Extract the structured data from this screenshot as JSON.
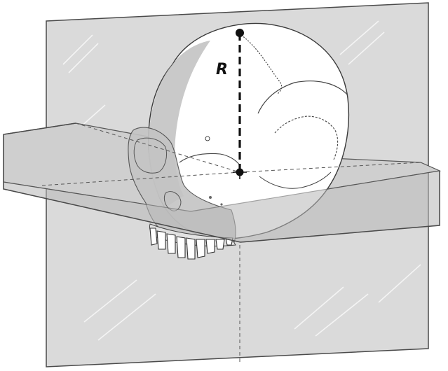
{
  "figure": {
    "radius_label": "R",
    "colors": {
      "background": "#ffffff",
      "plane_fill": "#d8d8d8",
      "plane_fill_dark": "#bdbdbd",
      "plane_edge": "#4a4a4a",
      "skull_fill": "#ffffff",
      "skull_outline": "#3a3a3a",
      "radius_line": "#111111"
    },
    "elements": [
      "vertical-plane",
      "horizontal-plane",
      "skull-lateral-view",
      "vertex-point",
      "center-point",
      "radius-line"
    ]
  }
}
